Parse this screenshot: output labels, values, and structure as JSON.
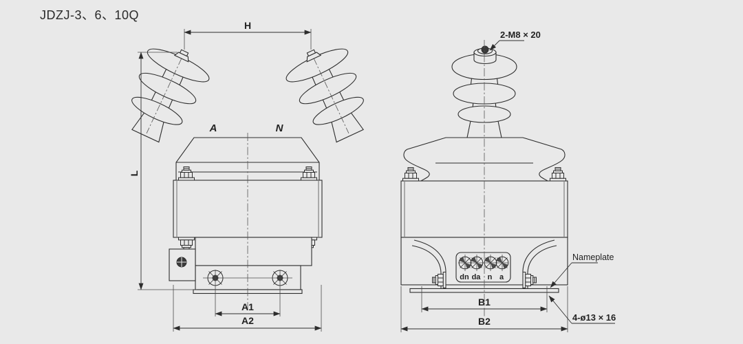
{
  "title": "JDZJ-3、6、10Q",
  "colors": {
    "background": "#e9e9e9",
    "line": "#2d2d2d"
  },
  "side_view": {
    "dims": {
      "h": "H",
      "l": "L",
      "a1": "A1",
      "a2": "A2"
    },
    "bushings": {
      "left": "A",
      "right": "N"
    }
  },
  "front_view": {
    "dims": {
      "b1": "B1",
      "b2": "B2"
    },
    "notes": {
      "stud": "2-M8 × 20",
      "nameplate": "Nameplate",
      "mount_holes": "4-ø13 × 16"
    },
    "terminals": [
      "dn",
      "da",
      "n",
      "a"
    ]
  }
}
